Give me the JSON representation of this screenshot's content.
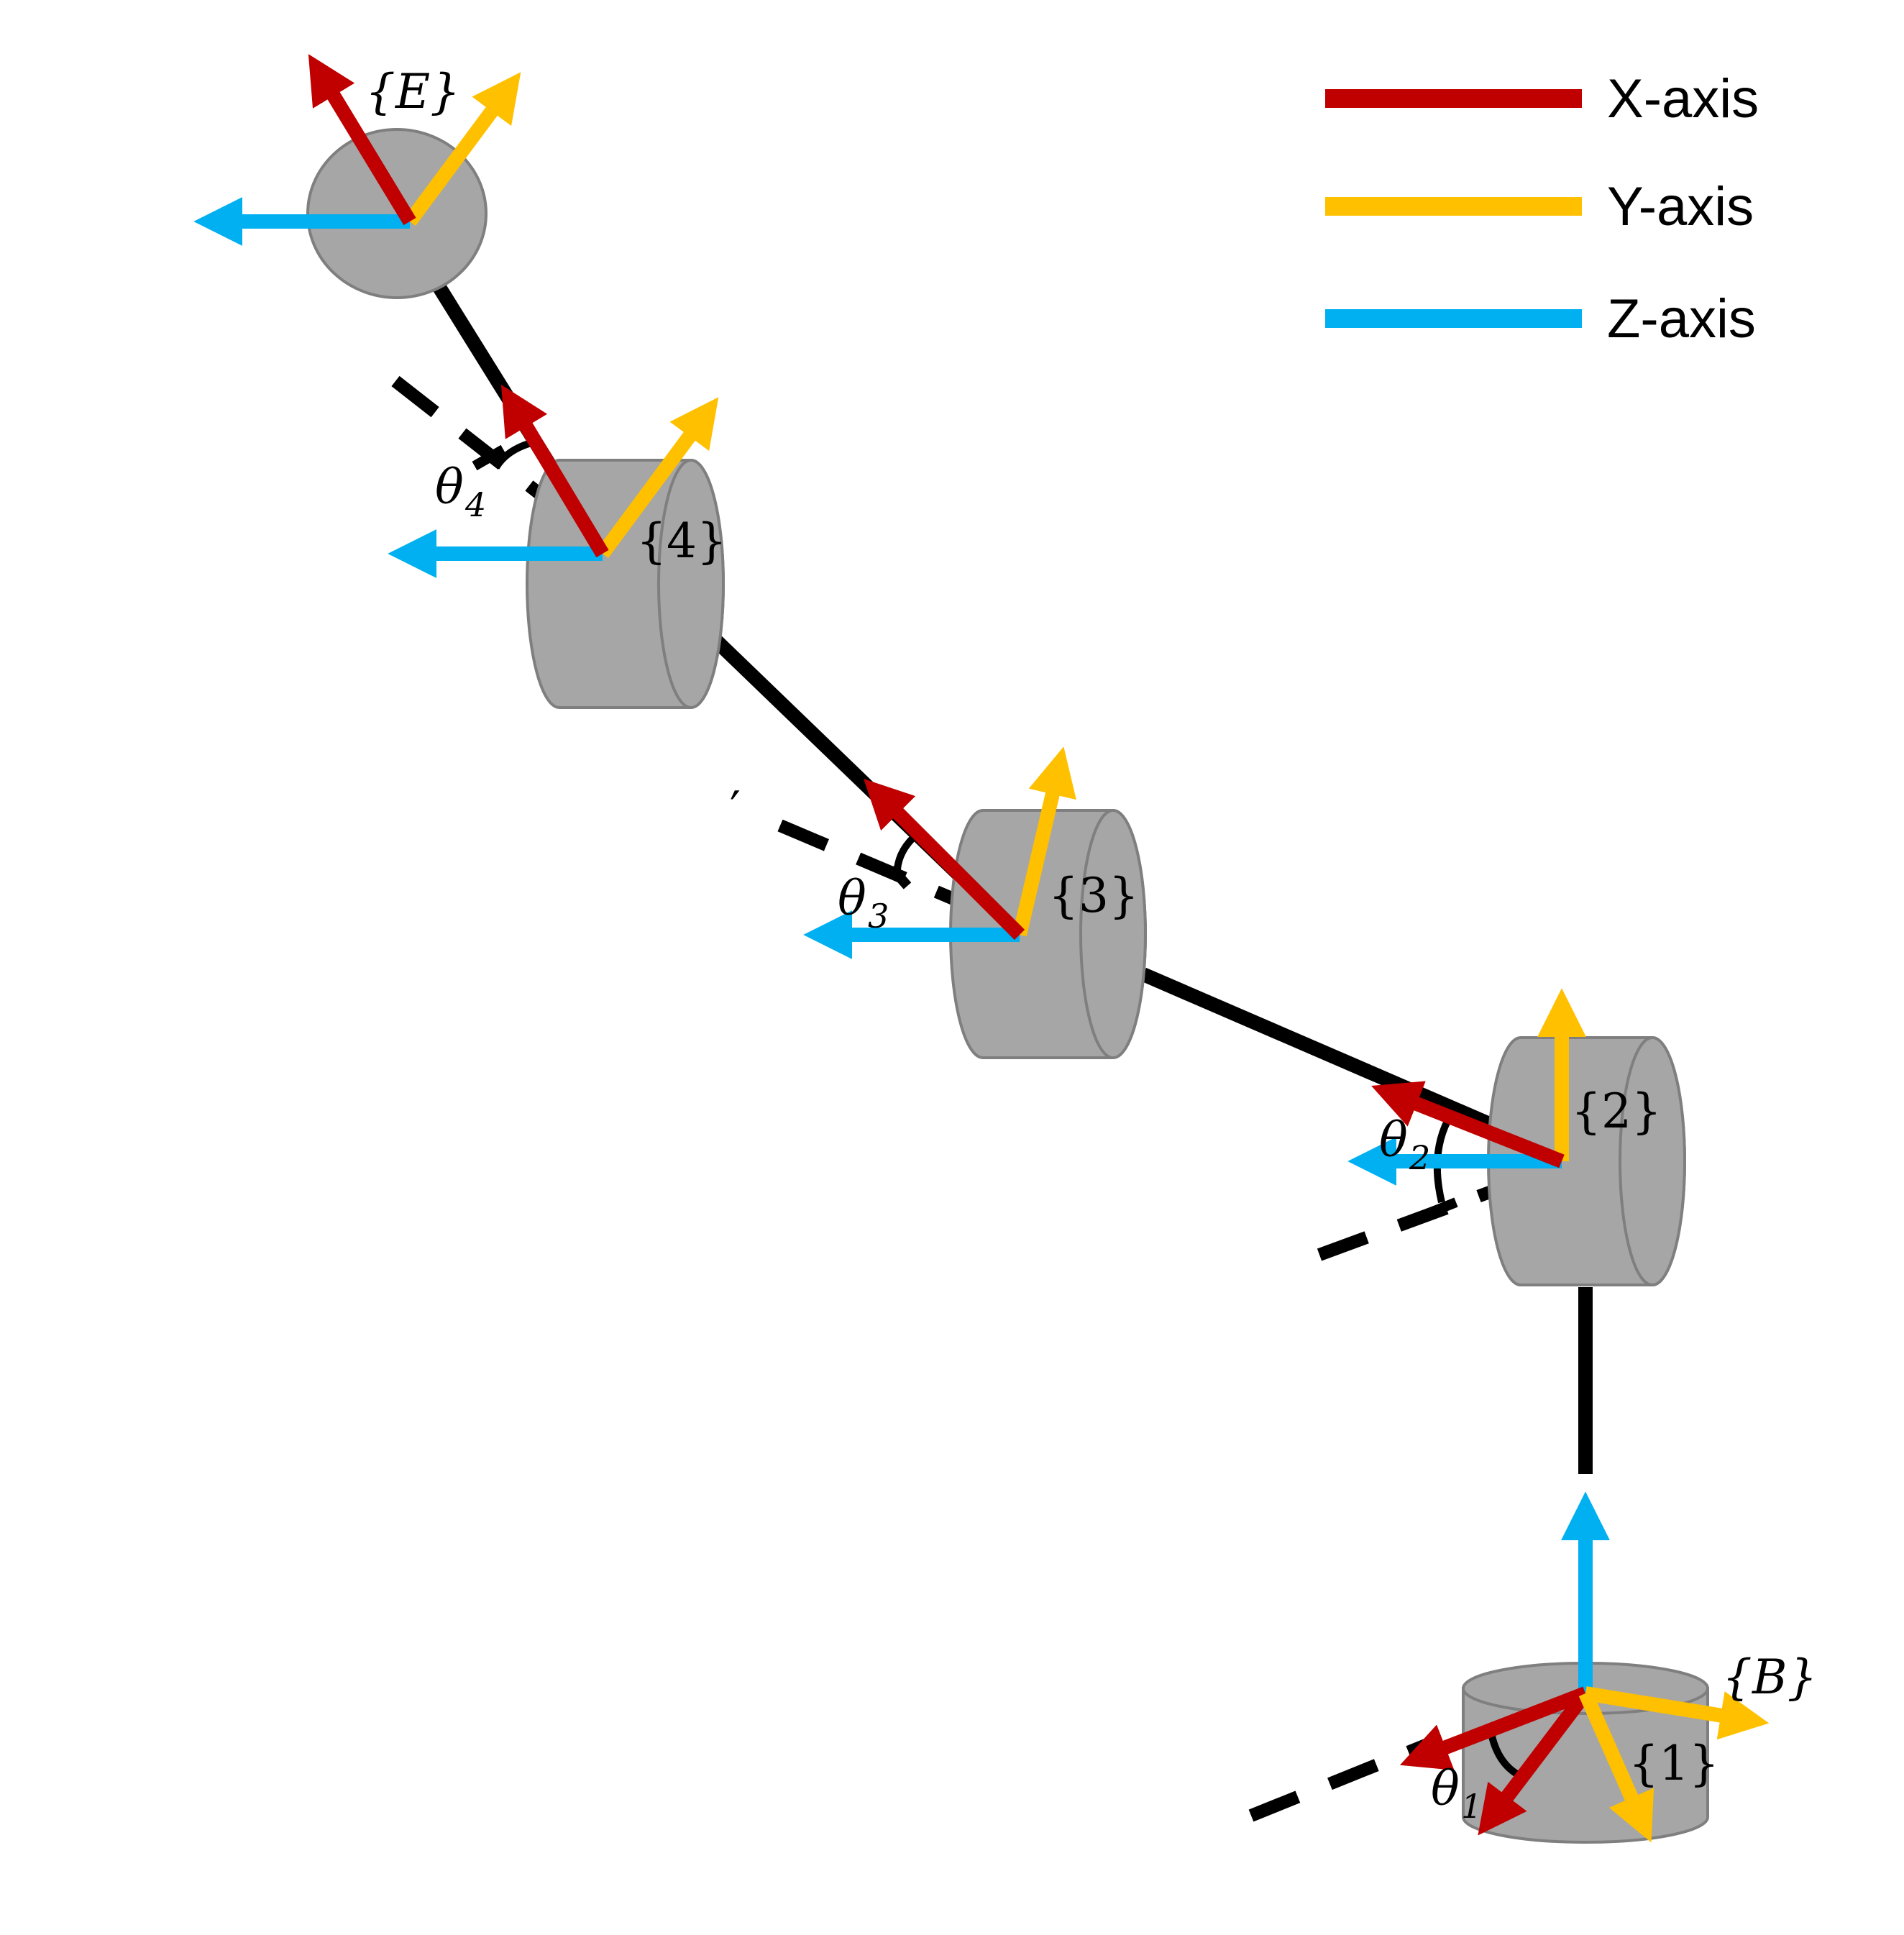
{
  "colors": {
    "x_axis": "#c00000",
    "y_axis": "#ffc000",
    "z_axis": "#00b0f0",
    "body": "#a6a6a6",
    "body_stroke": "#7f7f7f",
    "link": "#000000"
  },
  "legend": [
    {
      "label": "X-axis",
      "color": "#c00000"
    },
    {
      "label": "Y-axis",
      "color": "#ffc000"
    },
    {
      "label": "Z-axis",
      "color": "#00b0f0"
    }
  ],
  "frames": {
    "base": "{B}",
    "f1": "{1}",
    "f2": "{2}",
    "f3": "{3}",
    "f4": "{4}",
    "end": "{E}"
  },
  "angles": [
    {
      "symbol": "θ",
      "sub": "1"
    },
    {
      "symbol": "θ",
      "sub": "2"
    },
    {
      "symbol": "θ",
      "sub": "3"
    },
    {
      "symbol": "θ",
      "sub": "4"
    }
  ],
  "stray_mark": "′"
}
